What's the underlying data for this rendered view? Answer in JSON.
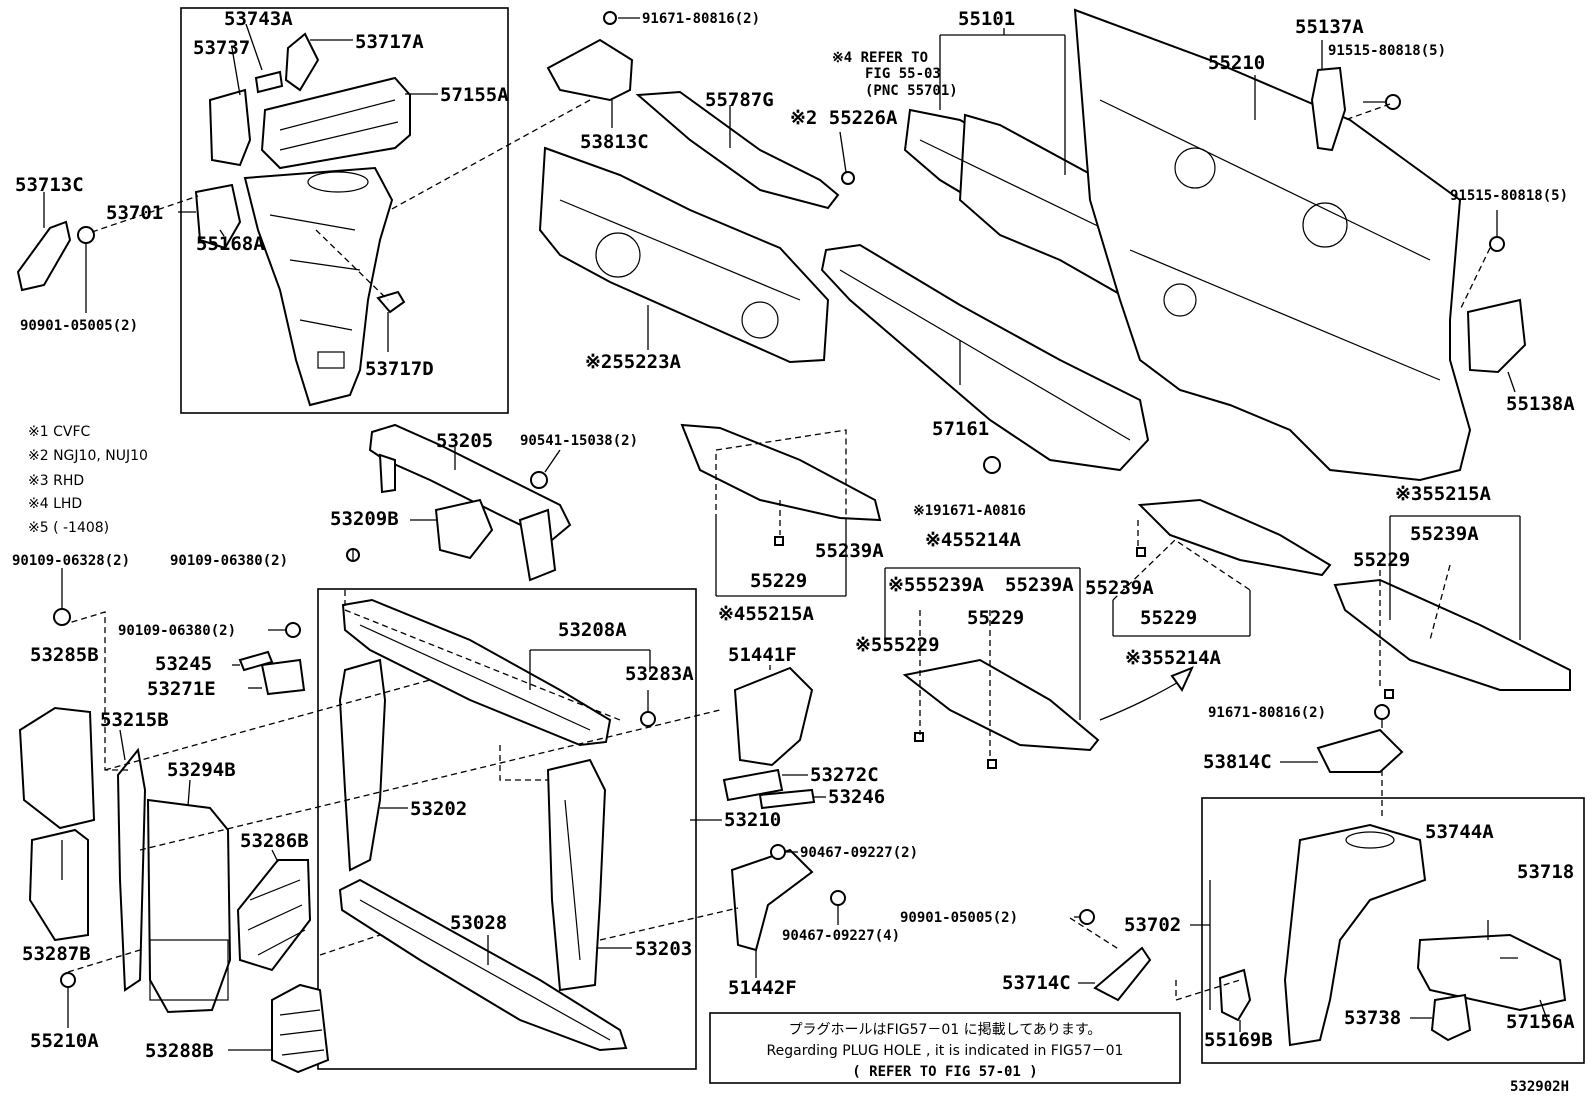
{
  "figure_code": "532902H",
  "plug_note": {
    "jp": "プラグホールはFIG57－01 に掲載してあります。",
    "en": "Regarding PLUG HOLE , it is indicated in FIG57－01",
    "ref": "(  REFER TO FIG 57-01 )"
  },
  "legend": [
    "※1 CVFC",
    "※2 NGJ10, NUJ10",
    "※3 RHD",
    "※4 LHD",
    "※5 (    -1408)"
  ],
  "refer_note": [
    "※4 REFER TO",
    "FIG 55-03",
    "(PNC 55701)"
  ],
  "labels": {
    "p53743A": "53743A",
    "p53737": "53737",
    "p53717A": "53717A",
    "p57155A": "57155A",
    "p53713C": "53713C",
    "p53701": "53701",
    "p55168A": "55168A",
    "p90901a": "90901-05005(2)",
    "p53717D": "53717D",
    "p91671a": "91671-80816(2)",
    "p55787G": "55787G",
    "p53813C": "53813C",
    "p55226A": "※2 55226A",
    "p55223A": "※255223A",
    "p55101": "55101",
    "p55210": "55210",
    "p55137A": "55137A",
    "p91515a": "91515-80818(5)",
    "p91515b": "91515-80818(5)",
    "p55138A": "55138A",
    "p57161": "57161",
    "p91671A": "※191671-A0816",
    "p53205": "53205",
    "p90541": "90541-15038(2)",
    "p53209B": "53209B",
    "p90109a": "90109-06328(2)",
    "p90109b": "90109-06380(2)",
    "p90109c": "90109-06380(2)",
    "p53285B": "53285B",
    "p53245": "53245",
    "p53271E": "53271E",
    "p53215B": "53215B",
    "p53294B": "53294B",
    "p53208A": "53208A",
    "p53283A": "53283A",
    "p53202": "53202",
    "p53286B": "53286B",
    "p53287B": "53287B",
    "p55210A": "55210A",
    "p53288B": "53288B",
    "p53028": "53028",
    "p53203": "53203",
    "p53210": "53210",
    "p51441F": "51441F",
    "p53272C": "53272C",
    "p53246": "53246",
    "p90467a": "90467-09227(2)",
    "p90467b": "90467-09227(4)",
    "p51442F": "51442F",
    "p55239A_1": "55239A",
    "p55229_1": "55229",
    "p55215A_1": "※455215A",
    "p55214A_1": "※455214A",
    "p55239A_2": "※555239A",
    "p55239A_3": "55239A",
    "p55229_2": "※555229",
    "p55229_3": "55229",
    "p55239A_4": "55239A",
    "p55229_4": "55229",
    "p55214A_2": "※355214A",
    "p55215A_2": "※355215A",
    "p55239A_5": "55239A",
    "p55229_5": "55229",
    "p91671b": "91671-80816(2)",
    "p53814C": "53814C",
    "p53744A": "53744A",
    "p53718": "53718",
    "p90901b": "90901-05005(2)",
    "p53702": "53702",
    "p53714C": "53714C",
    "p55169B": "55169B",
    "p53738": "53738",
    "p57156A": "57156A"
  }
}
